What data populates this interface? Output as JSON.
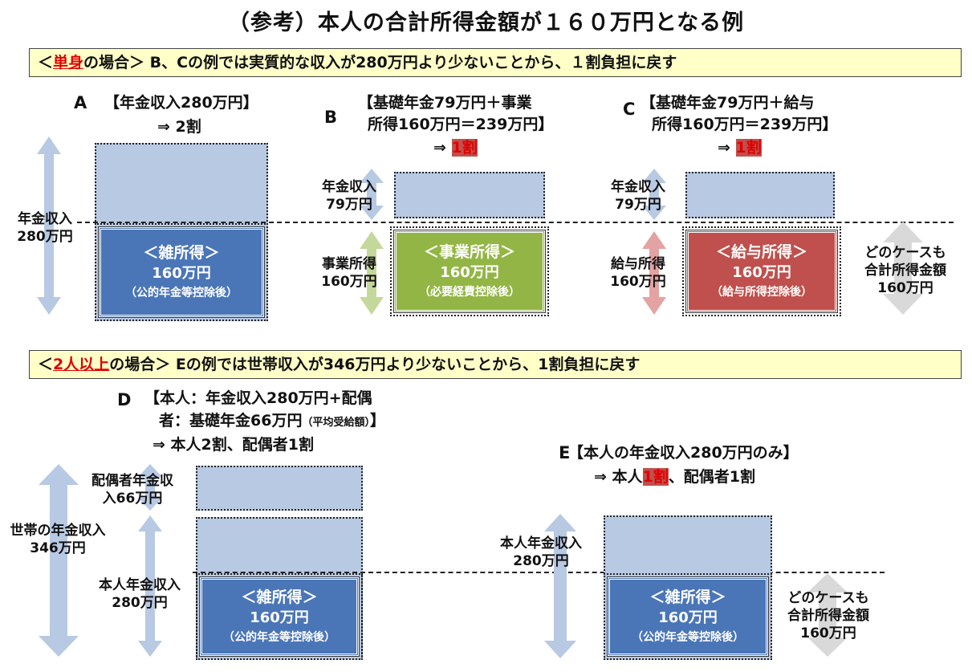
{
  "title": "（参考）本人の合計所得金額が１６０万円となる例",
  "single": {
    "banner_pre": "＜",
    "banner_hl": "単身",
    "banner_post": "の場合＞ B、Cの例では実質的な収入が280万円より少ないことから、１割負担に戻す",
    "A": {
      "letter": "A",
      "cap1": "【年金収入280万円】",
      "cap2": "⇒ 2割",
      "left_label1": "年金収入",
      "left_label2": "280万円",
      "box_t1": "＜雑所得＞",
      "box_t2": "160万円",
      "box_t3": "（公的年金等控除後）"
    },
    "B": {
      "letter": "B",
      "cap1": "【基礎年金79万円＋事業",
      "cap2": "所得160万円＝239万円】",
      "cap3_pre": "⇒ ",
      "cap3_red": "1割",
      "top_label1": "年金収入",
      "top_label2": "79万円",
      "bot_label1": "事業所得",
      "bot_label2": "160万円",
      "box_t1": "＜事業所得＞",
      "box_t2": "160万円",
      "box_t3": "（必要経費控除後）"
    },
    "C": {
      "letter": "C",
      "cap1": "【基礎年金79万円＋給与",
      "cap2": "所得160万円＝239万円】",
      "cap3_pre": "⇒ ",
      "cap3_red": "1割",
      "top_label1": "年金収入",
      "top_label2": "79万円",
      "bot_label1": "給与所得",
      "bot_label2": "160万円",
      "box_t1": "＜給与所得＞",
      "box_t2": "160万円",
      "box_t3": "（給与所得控除後）"
    },
    "note1": "どのケースも",
    "note2": "合計所得金額",
    "note3": "160万円"
  },
  "multi": {
    "banner_pre": "＜",
    "banner_hl": "2人以上",
    "banner_post": "の場合＞ Eの例では世帯収入が346万円より少ないことから、1割負担に戻す",
    "D": {
      "letter": "D",
      "cap1": "【本人：年金収入280万円+配偶",
      "cap2a": "者：基礎年金66万円",
      "cap2b": "（平均受給額）",
      "cap2c": "】",
      "cap3": "⇒ 本人2割、配偶者1割",
      "spouse_label1": "配偶者年金収",
      "spouse_label2": "入66万円",
      "household_label1": "世帯の年金収入",
      "household_label2": "346万円",
      "self_label1": "本人年金収入",
      "self_label2": "280万円",
      "box_t1": "＜雑所得＞",
      "box_t2": "160万円",
      "box_t3": "（公的年金等控除後）"
    },
    "E": {
      "letter": "E",
      "cap1": "【本人の年金収入280万円のみ】",
      "cap2_pre": "⇒ 本人",
      "cap2_red": "1割",
      "cap2_post": "、配偶者1割",
      "self_label1": "本人年金収入",
      "self_label2": "280万円",
      "box_t1": "＜雑所得＞",
      "box_t2": "160万円",
      "box_t3": "（公的年金等控除後）"
    },
    "note1": "どのケースも",
    "note2": "合計所得金額",
    "note3": "160万円"
  },
  "colors": {
    "pale_blue": "#b7c9e3",
    "misc_blue": "#4a76b8",
    "business_green": "#93b545",
    "salary_red": "#c0504d",
    "accent_red": "#e00000",
    "banner_yellow": "#ffffc8"
  }
}
